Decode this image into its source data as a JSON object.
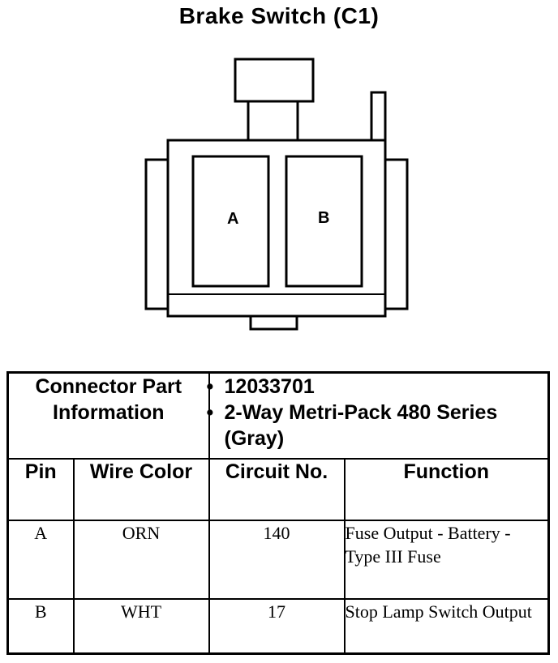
{
  "title": "Brake Switch (C1)",
  "connector": {
    "pin_labels": [
      "A",
      "B"
    ]
  },
  "connector_info": {
    "label": "Connector Part Information",
    "items": [
      "12033701",
      "2-Way Metri-Pack 480 Series (Gray)"
    ]
  },
  "table": {
    "headers": [
      "Pin",
      "Wire Color",
      "Circuit No.",
      "Function"
    ],
    "rows": [
      {
        "pin": "A",
        "wire_color": "ORN",
        "circuit": "140",
        "function": "Fuse Output - Battery - Type III Fuse"
      },
      {
        "pin": "B",
        "wire_color": "WHT",
        "circuit": "17",
        "function": "Stop Lamp Switch Output"
      }
    ]
  }
}
